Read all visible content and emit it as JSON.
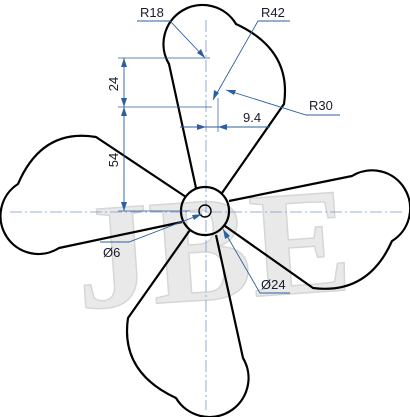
{
  "watermark": {
    "text": "JBE"
  },
  "dimensions": {
    "r18": "R18",
    "r42": "R42",
    "r30": "R30",
    "d24": "24",
    "d94": "9.4",
    "d54": "54",
    "dia6": "Ø6",
    "dia24": "Ø24"
  },
  "colors": {
    "outline": "#000000",
    "dimension": "#2d5f9e",
    "centerline": "#7a96c8"
  }
}
